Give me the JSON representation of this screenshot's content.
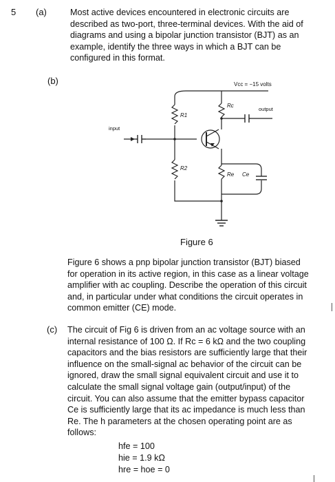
{
  "question_number": "5",
  "part_a": {
    "label": "(a)",
    "lines": [
      "Most active devices encountered in electronic circuits are",
      "described as two-port, three-terminal devices. With the aid of",
      "diagrams and using a bipolar junction transistor (BJT) as an",
      "example, identify the three ways in which a BJT can be",
      "configured in this format."
    ]
  },
  "part_b": {
    "label": "(b)",
    "figure": {
      "vcc_label": "Vcc = −15 volts",
      "output_label": "output",
      "input_label": "input",
      "r1_label": "R1",
      "r2_label": "R2",
      "rc_label": "Rc",
      "re_label": "Re",
      "ce_label": "Ce",
      "caption": "Figure 6"
    },
    "lines": [
      "Figure 6 shows a pnp bipolar junction transistor (BJT) biased",
      "for operation in its active region, in this case as a linear voltage",
      "amplifier with ac coupling. Describe the operation of this circuit",
      "and, in particular under what conditions the circuit operates in",
      "common emitter (CE) mode."
    ]
  },
  "part_c": {
    "label": "(c)",
    "lines": [
      "The circuit of Fig 6 is driven from an ac voltage source with an",
      "internal resistance of 100 Ω. If Rc = 6 kΩ and the two coupling",
      "capacitors and the bias resistors are sufficiently large that their",
      "influence on the small-signal ac behavior of the circuit can be",
      "ignored, draw the small signal equivalent circuit and use it to",
      "calculate the small signal voltage gain (output/input) of the",
      "circuit. You can also assume that the emitter bypass capacitor",
      "Ce is sufficiently large that its ac impedance is much less than",
      "Re. The h parameters at the chosen operating point are as",
      "follows:"
    ],
    "h_params": [
      "hfe = 100",
      "hie = 1.9 kΩ",
      "hre = hoe = 0"
    ]
  }
}
